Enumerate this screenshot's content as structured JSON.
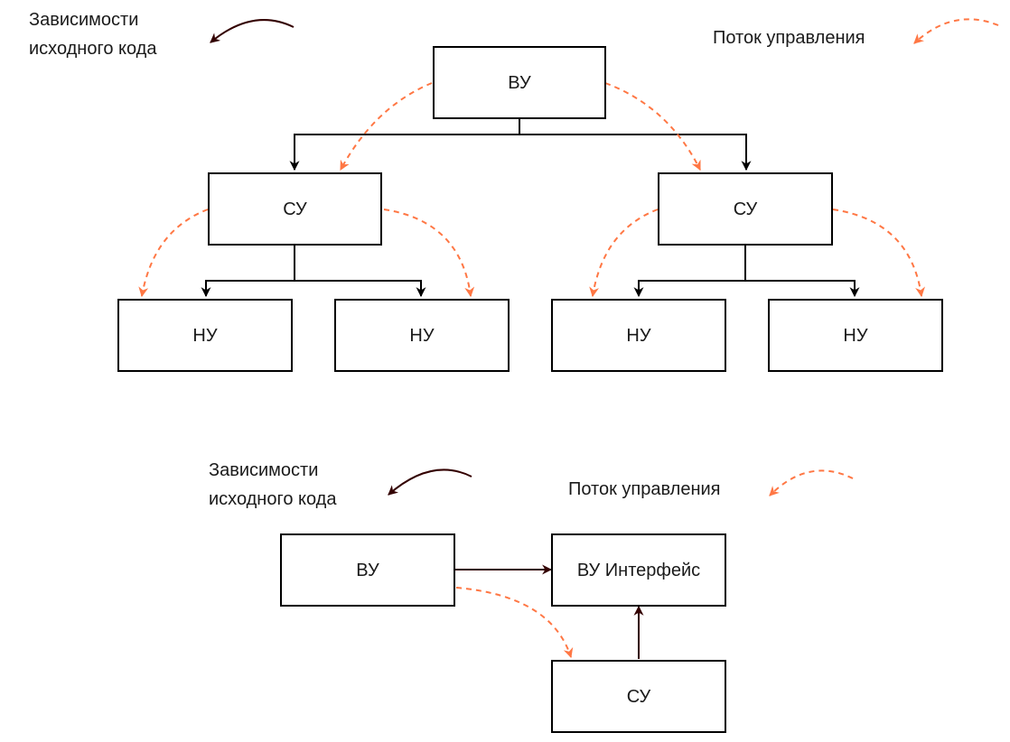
{
  "colors": {
    "dependency_arrow": "#330000",
    "control_flow_arrow": "#ff7744",
    "box_border": "#000000"
  },
  "top_diagram": {
    "legend_dependencies": {
      "line1": "Зависимости",
      "line2": "исходного кода"
    },
    "legend_control_flow": "Поток управления",
    "nodes": {
      "vu": "ВУ",
      "su_left": "СУ",
      "su_right": "СУ",
      "nu_1": "НУ",
      "nu_2": "НУ",
      "nu_3": "НУ",
      "nu_4": "НУ"
    }
  },
  "bottom_diagram": {
    "legend_dependencies": {
      "line1": "Зависимости",
      "line2": "исходного кода"
    },
    "legend_control_flow": "Поток управления",
    "nodes": {
      "vu": "ВУ",
      "vu_interface": "ВУ Интерфейс",
      "su": "СУ"
    }
  }
}
